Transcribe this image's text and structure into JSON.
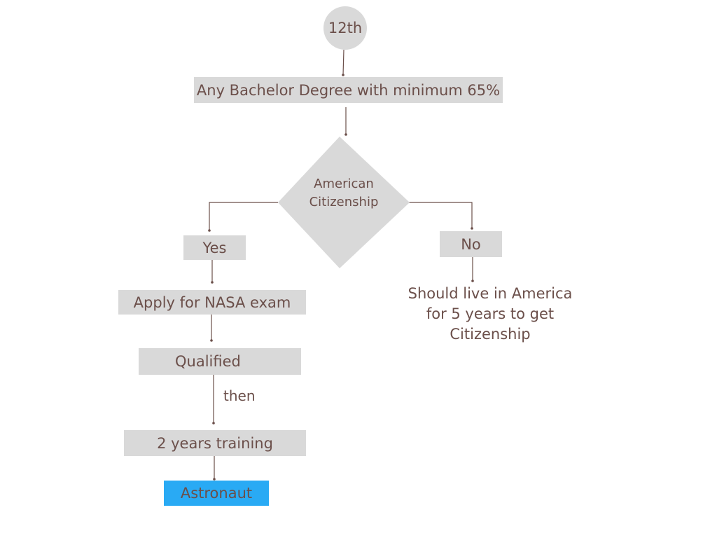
{
  "flowchart": {
    "start": "12th",
    "degree": "Any Bachelor Degree with minimum 65%",
    "decision": {
      "line1": "American",
      "line2": "Citizenship"
    },
    "yes": "Yes",
    "no": "No",
    "apply": "Apply for NASA exam",
    "qualified": "Qualified",
    "then": "then",
    "training": "2 years training",
    "astronaut": "Astronaut",
    "no_path": {
      "line1": "Should live in America",
      "line2": "for 5 years to get",
      "line3": "Citizenship"
    }
  },
  "colors": {
    "box": "#d9d9d9",
    "text": "#6b4f4a",
    "connector": "#6b4f4a",
    "highlight": "#29aaf4"
  }
}
